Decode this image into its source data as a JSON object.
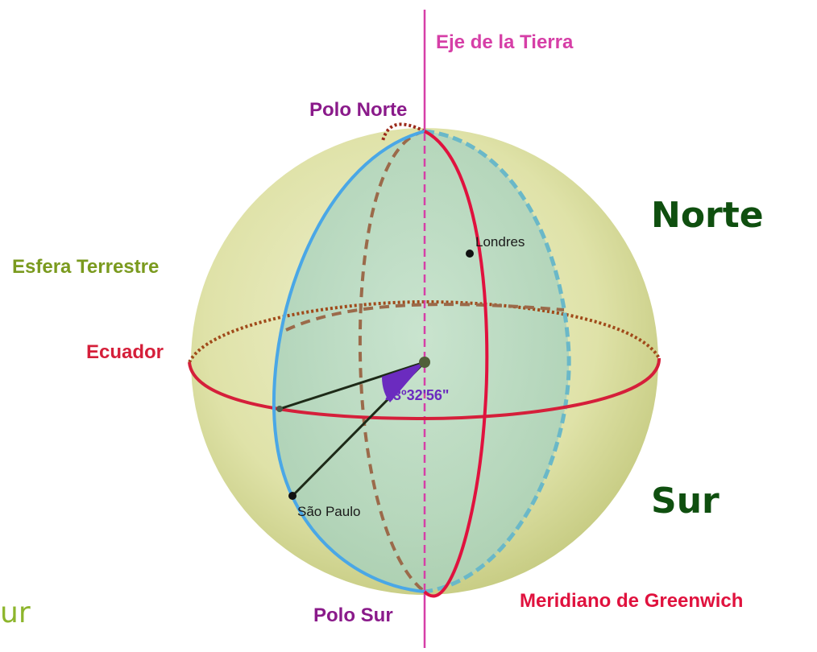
{
  "labels": {
    "axis": "Eje de la Tierra",
    "north_pole": "Polo Norte",
    "south_pole": "Polo Sur",
    "north": "Norte",
    "south": "Sur",
    "sphere": "Esfera Terrestre",
    "equator": "Ecuador",
    "greenwich": "Meridiano de Greenwich",
    "london": "Londres",
    "sao_paulo": "São Paulo",
    "angle": "23º32'56\"",
    "cut_text": "ur"
  },
  "colors": {
    "axis": "#d63fa7",
    "pole_label": "#8a1a8a",
    "north_south": "#0f4f0f",
    "sphere_label": "#7a9a1e",
    "equator": "#d51f3a",
    "greenwich": "#e0123e",
    "meridian_blue": "#4aa7e6",
    "sphere_fill": "#d6dc9c",
    "meridian_fill": "#a8d4c0",
    "angle": "#6b2bbf",
    "dashed_brown": "#9b6a4a"
  }
}
